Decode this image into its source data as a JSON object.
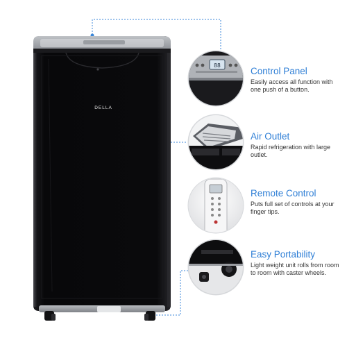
{
  "product": {
    "brand_logo": "DELLA"
  },
  "features": [
    {
      "title": "Control Panel",
      "description": "Easily access all function with one push of a button.",
      "icon": "control-panel-icon"
    },
    {
      "title": "Air Outlet",
      "description": "Rapid refrigeration with large outlet.",
      "icon": "air-outlet-icon"
    },
    {
      "title": "Remote Control",
      "description": "Puts full set of controls at your finger tips.",
      "icon": "remote-control-icon"
    },
    {
      "title": "Easy Portability",
      "description": "Light weight unit rolls from room to room with caster wheels.",
      "icon": "caster-wheel-icon"
    }
  ],
  "colors": {
    "accent": "#2f7fd6",
    "unit_body": "#0b0b0d",
    "callout_line": "#3a86d8"
  }
}
